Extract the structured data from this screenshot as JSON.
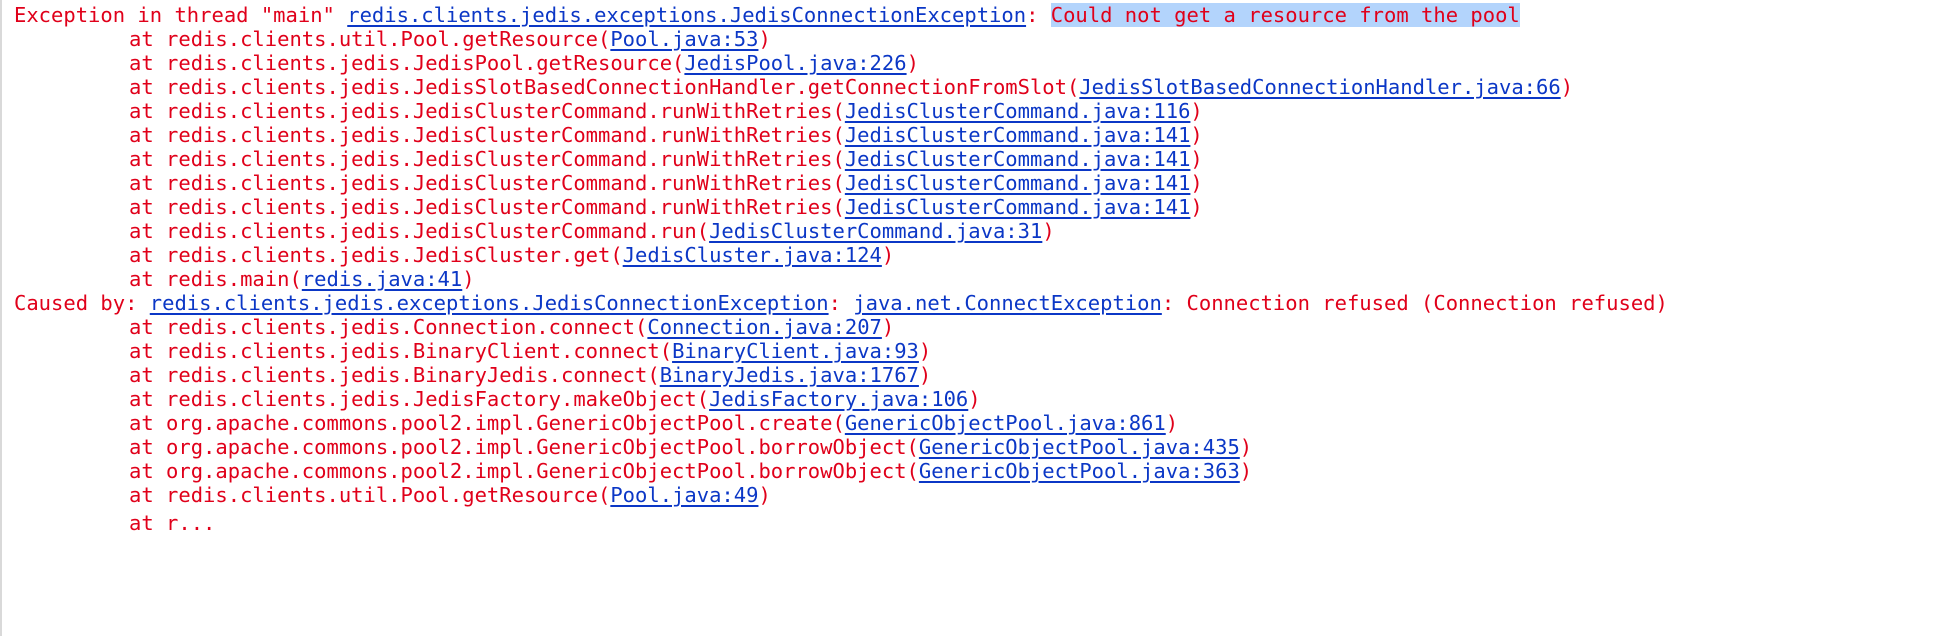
{
  "console": {
    "exception": {
      "prefix": "Exception in thread \"main\" ",
      "class": "redis.clients.jedis.exceptions.JedisConnectionException",
      "separator": ": ",
      "message": "Could not get a resource from the pool"
    },
    "frames": [
      {
        "text": "at redis.clients.util.Pool.getResource(",
        "link": "Pool.java:53",
        "close": ")"
      },
      {
        "text": "at redis.clients.jedis.JedisPool.getResource(",
        "link": "JedisPool.java:226",
        "close": ")"
      },
      {
        "text": "at redis.clients.jedis.JedisSlotBasedConnectionHandler.getConnectionFromSlot(",
        "link": "JedisSlotBasedConnectionHandler.java:66",
        "close": ")"
      },
      {
        "text": "at redis.clients.jedis.JedisClusterCommand.runWithRetries(",
        "link": "JedisClusterCommand.java:116",
        "close": ")"
      },
      {
        "text": "at redis.clients.jedis.JedisClusterCommand.runWithRetries(",
        "link": "JedisClusterCommand.java:141",
        "close": ")"
      },
      {
        "text": "at redis.clients.jedis.JedisClusterCommand.runWithRetries(",
        "link": "JedisClusterCommand.java:141",
        "close": ")"
      },
      {
        "text": "at redis.clients.jedis.JedisClusterCommand.runWithRetries(",
        "link": "JedisClusterCommand.java:141",
        "close": ")"
      },
      {
        "text": "at redis.clients.jedis.JedisClusterCommand.runWithRetries(",
        "link": "JedisClusterCommand.java:141",
        "close": ")"
      },
      {
        "text": "at redis.clients.jedis.JedisClusterCommand.run(",
        "link": "JedisClusterCommand.java:31",
        "close": ")"
      },
      {
        "text": "at redis.clients.jedis.JedisCluster.get(",
        "link": "JedisCluster.java:124",
        "close": ")"
      },
      {
        "text": "at redis.main(",
        "link": "redis.java:41",
        "close": ")"
      }
    ],
    "caused_by": {
      "prefix": "Caused by: ",
      "class": "redis.clients.jedis.exceptions.JedisConnectionException",
      "separator": ": ",
      "class2": "java.net.ConnectException",
      "message": ": Connection refused (Connection refused)"
    },
    "caused_frames": [
      {
        "text": "at redis.clients.jedis.Connection.connect(",
        "link": "Connection.java:207",
        "close": ")"
      },
      {
        "text": "at redis.clients.jedis.BinaryClient.connect(",
        "link": "BinaryClient.java:93",
        "close": ")"
      },
      {
        "text": "at redis.clients.jedis.BinaryJedis.connect(",
        "link": "BinaryJedis.java:1767",
        "close": ")"
      },
      {
        "text": "at redis.clients.jedis.JedisFactory.makeObject(",
        "link": "JedisFactory.java:106",
        "close": ")"
      },
      {
        "text": "at org.apache.commons.pool2.impl.GenericObjectPool.create(",
        "link": "GenericObjectPool.java:861",
        "close": ")"
      },
      {
        "text": "at org.apache.commons.pool2.impl.GenericObjectPool.borrowObject(",
        "link": "GenericObjectPool.java:435",
        "close": ")"
      },
      {
        "text": "at org.apache.commons.pool2.impl.GenericObjectPool.borrowObject(",
        "link": "GenericObjectPool.java:363",
        "close": ")"
      },
      {
        "text": "at redis.clients.util.Pool.getResource(",
        "link": "Pool.java:49",
        "close": ")"
      }
    ],
    "partial_line": "at r..."
  },
  "colors": {
    "error_text": "#e0001a",
    "link": "#0b37c6",
    "selection": "#b3d4fc",
    "background": "#ffffff"
  }
}
